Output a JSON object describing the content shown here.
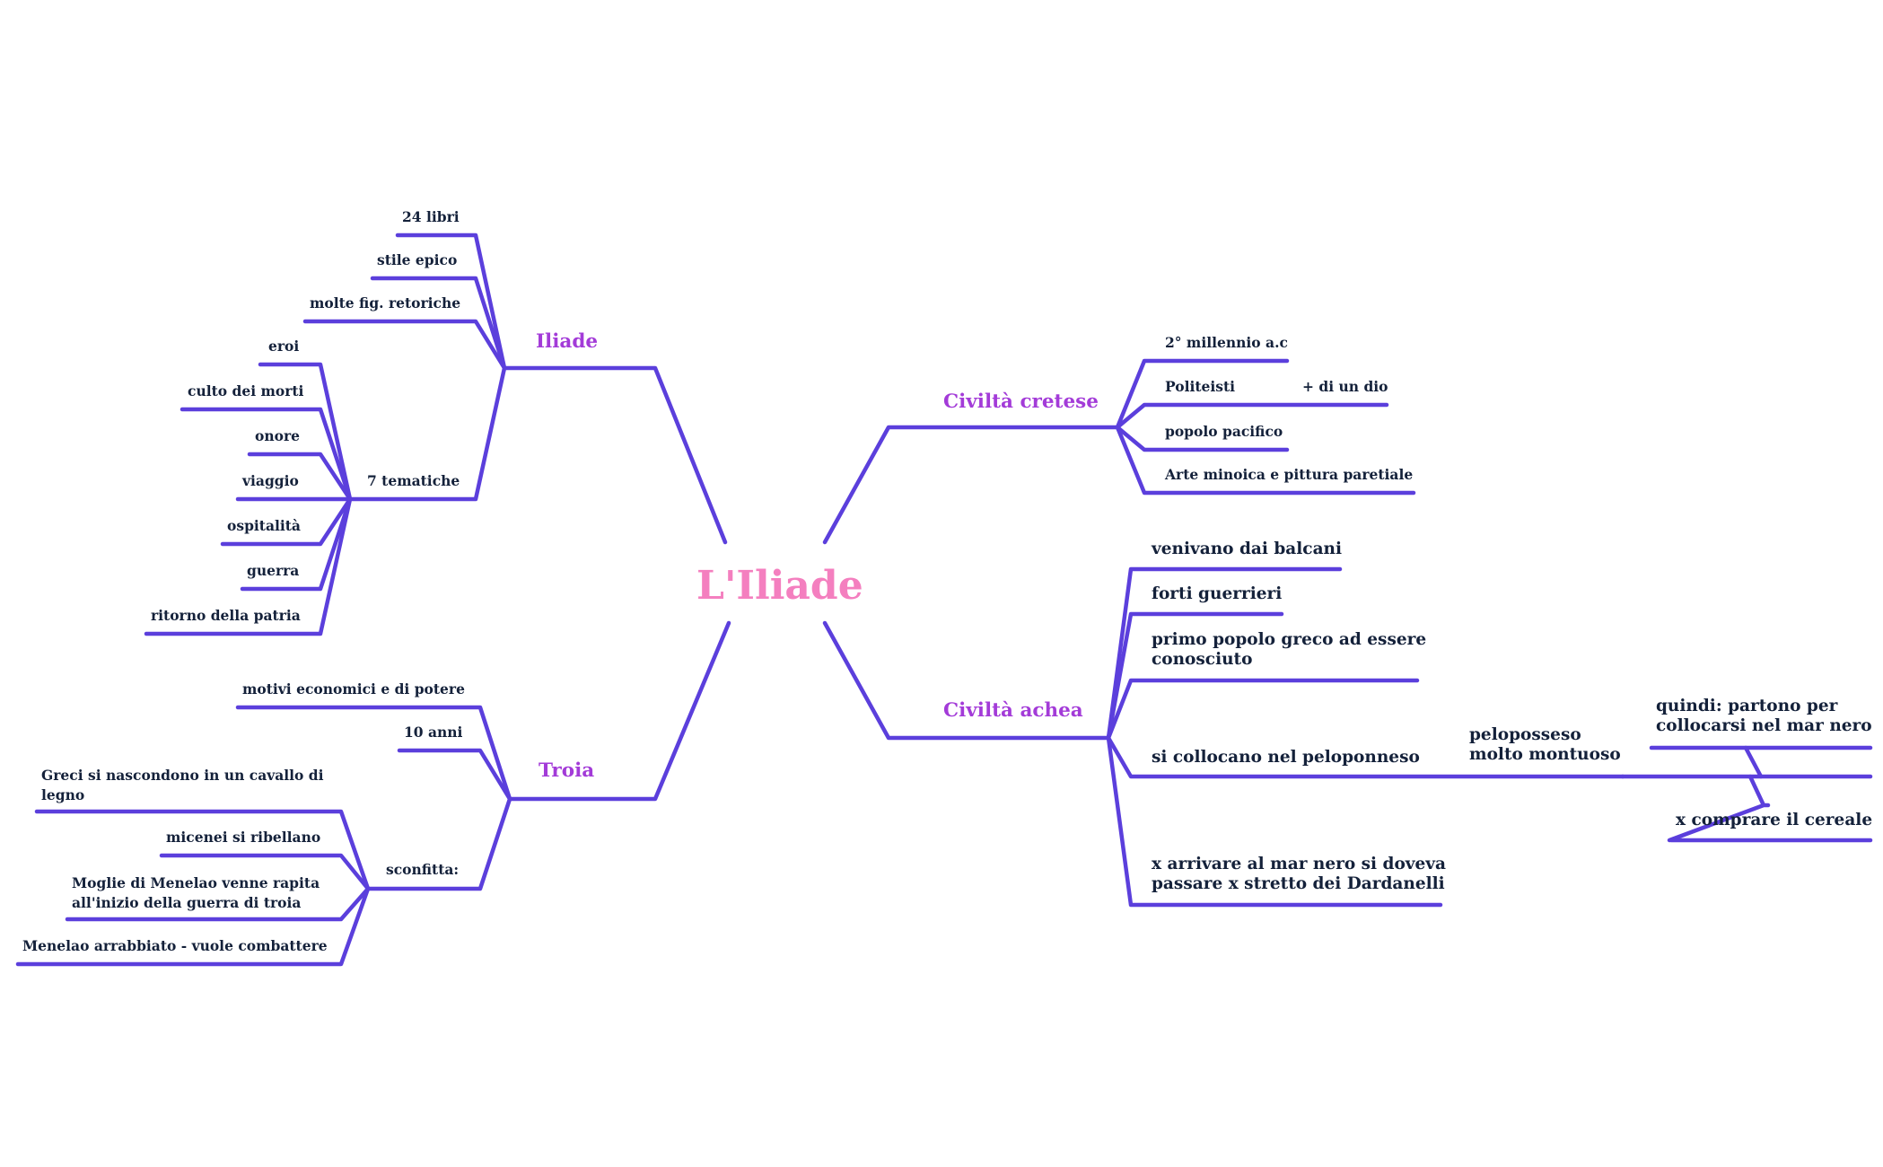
{
  "colors": {
    "line": "#5b3fdc",
    "center": "#f47fbf",
    "branch": "#a33bd8",
    "text": "#14213a"
  },
  "center": "L'Iliade",
  "iliade": {
    "title": "Iliade",
    "items": [
      "24 libri",
      "stile epico",
      "molte fig. retoriche"
    ],
    "tematiche": {
      "title": "7 tematiche",
      "items": [
        "eroi",
        "culto dei morti",
        "onore",
        "viaggio",
        "ospitalità",
        "guerra",
        "ritorno della patria"
      ]
    }
  },
  "troia": {
    "title": "Troia",
    "items": [
      "motivi economici e di potere",
      "10 anni"
    ],
    "sconfitta": {
      "title": "sconfitta:",
      "items": [
        [
          "Greci si nascondono in un cavallo di",
          "legno"
        ],
        [
          "micenei si ribellano"
        ],
        [
          "Moglie di Menelao venne rapita",
          "all'inizio della guerra di troia"
        ],
        [
          "Menelao arrabbiato - vuole combattere"
        ]
      ]
    }
  },
  "cretese": {
    "title": "Civiltà cretese",
    "items": [
      "2° millennio a.c",
      "Politeisti",
      "popolo pacifico",
      "Arte minoica e pittura paretiale"
    ],
    "politeisti_note": "+ di un dio"
  },
  "achea": {
    "title": "Civiltà achea",
    "items": [
      [
        "venivano dai balcani"
      ],
      [
        "forti guerrieri"
      ],
      [
        "primo popolo greco ad essere",
        "conosciuto"
      ],
      [
        "si collocano nel peloponneso"
      ],
      [
        "x arrivare al mar nero si doveva",
        "passare x stretto dei Dardanelli"
      ]
    ],
    "peloponneso": {
      "title": [
        "peloposseso",
        "molto montuoso"
      ],
      "items": [
        [
          "quindi: partono per",
          "collocarsi nel mar nero"
        ],
        [
          "x comprare il cereale"
        ]
      ]
    }
  }
}
